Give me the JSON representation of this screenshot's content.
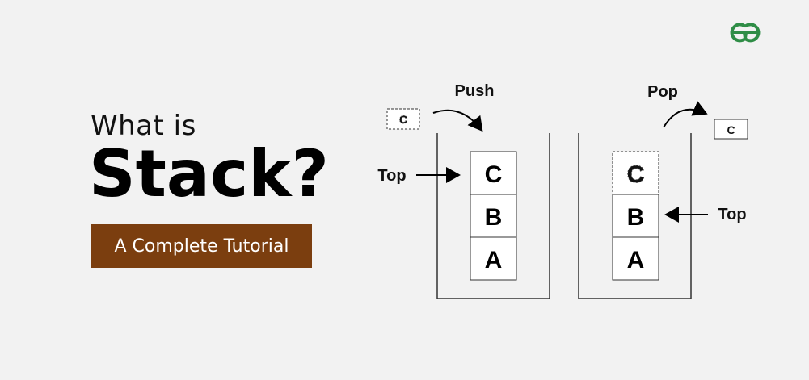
{
  "title_line1": "What is",
  "title_line2": "Stack?",
  "subtitle": "A Complete Tutorial",
  "logo": {
    "icon": "gfg-logo-icon",
    "color": "#2f8d46"
  },
  "colors": {
    "badge": "#7b3e0f",
    "background": "#f2f2f2"
  },
  "push_diagram": {
    "label": "Push",
    "incoming_item": "C",
    "top_label": "Top",
    "blocks": [
      "C",
      "B",
      "A"
    ]
  },
  "pop_diagram": {
    "label": "Pop",
    "removed_item": "C",
    "ghost_item": "C",
    "top_label": "Top",
    "blocks": [
      "B",
      "A"
    ]
  }
}
